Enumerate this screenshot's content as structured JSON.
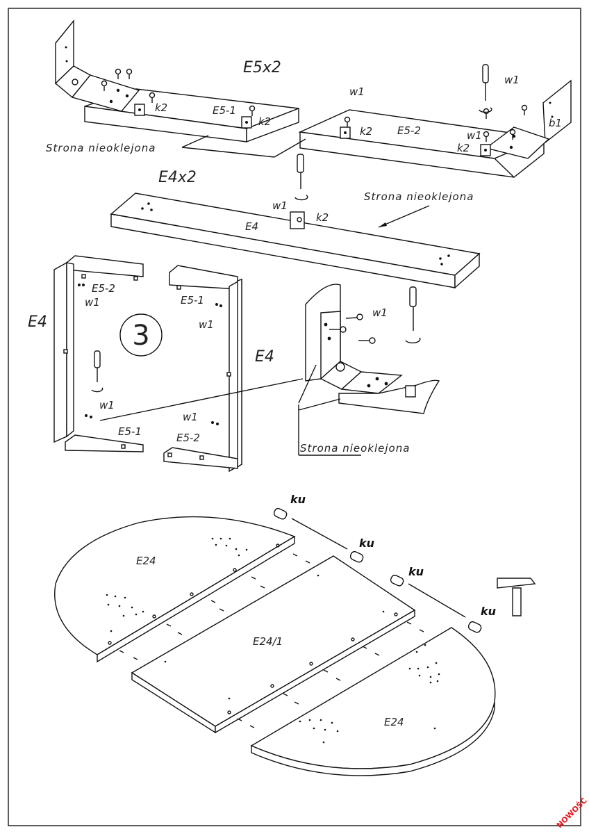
{
  "labels": {
    "e5x2": "E5x2",
    "e4x2": "E4x2",
    "e5_1": "E5-1",
    "e5_2": "E5-2",
    "e4": "E4",
    "e24": "E24",
    "e24_1": "E24/1",
    "w1": "w1",
    "k2": "k2",
    "b1": "b1",
    "ku": "ku",
    "strona_nieoklejona": "Strona nieoklejona",
    "step_number": "3"
  },
  "badge": {
    "text": "NOWOŚĆ",
    "color": "#e8141b"
  },
  "colors": {
    "line": "#111111",
    "frame": "#333333"
  }
}
